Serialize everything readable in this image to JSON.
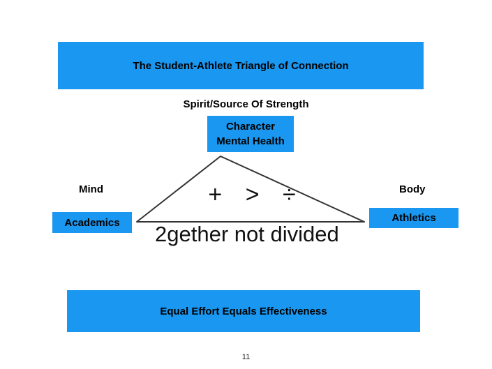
{
  "title": "The Student-Athlete Triangle of Connection",
  "spirit_label": "Spirit/Source Of Strength",
  "character_box": {
    "line1": "Character",
    "line2": "Mental Health"
  },
  "mind_label": "Mind",
  "body_label": "Body",
  "academics_label": "Academics",
  "athletics_label": "Athletics",
  "symbols": {
    "plus": "+",
    "greater": ">",
    "divide": "÷"
  },
  "together_label": "2gether not divided",
  "footer": "Equal Effort Equals Effectiveness",
  "page_number": "11",
  "colors": {
    "box_blue": "#1a97f0",
    "text": "#000000",
    "background": "#ffffff"
  }
}
